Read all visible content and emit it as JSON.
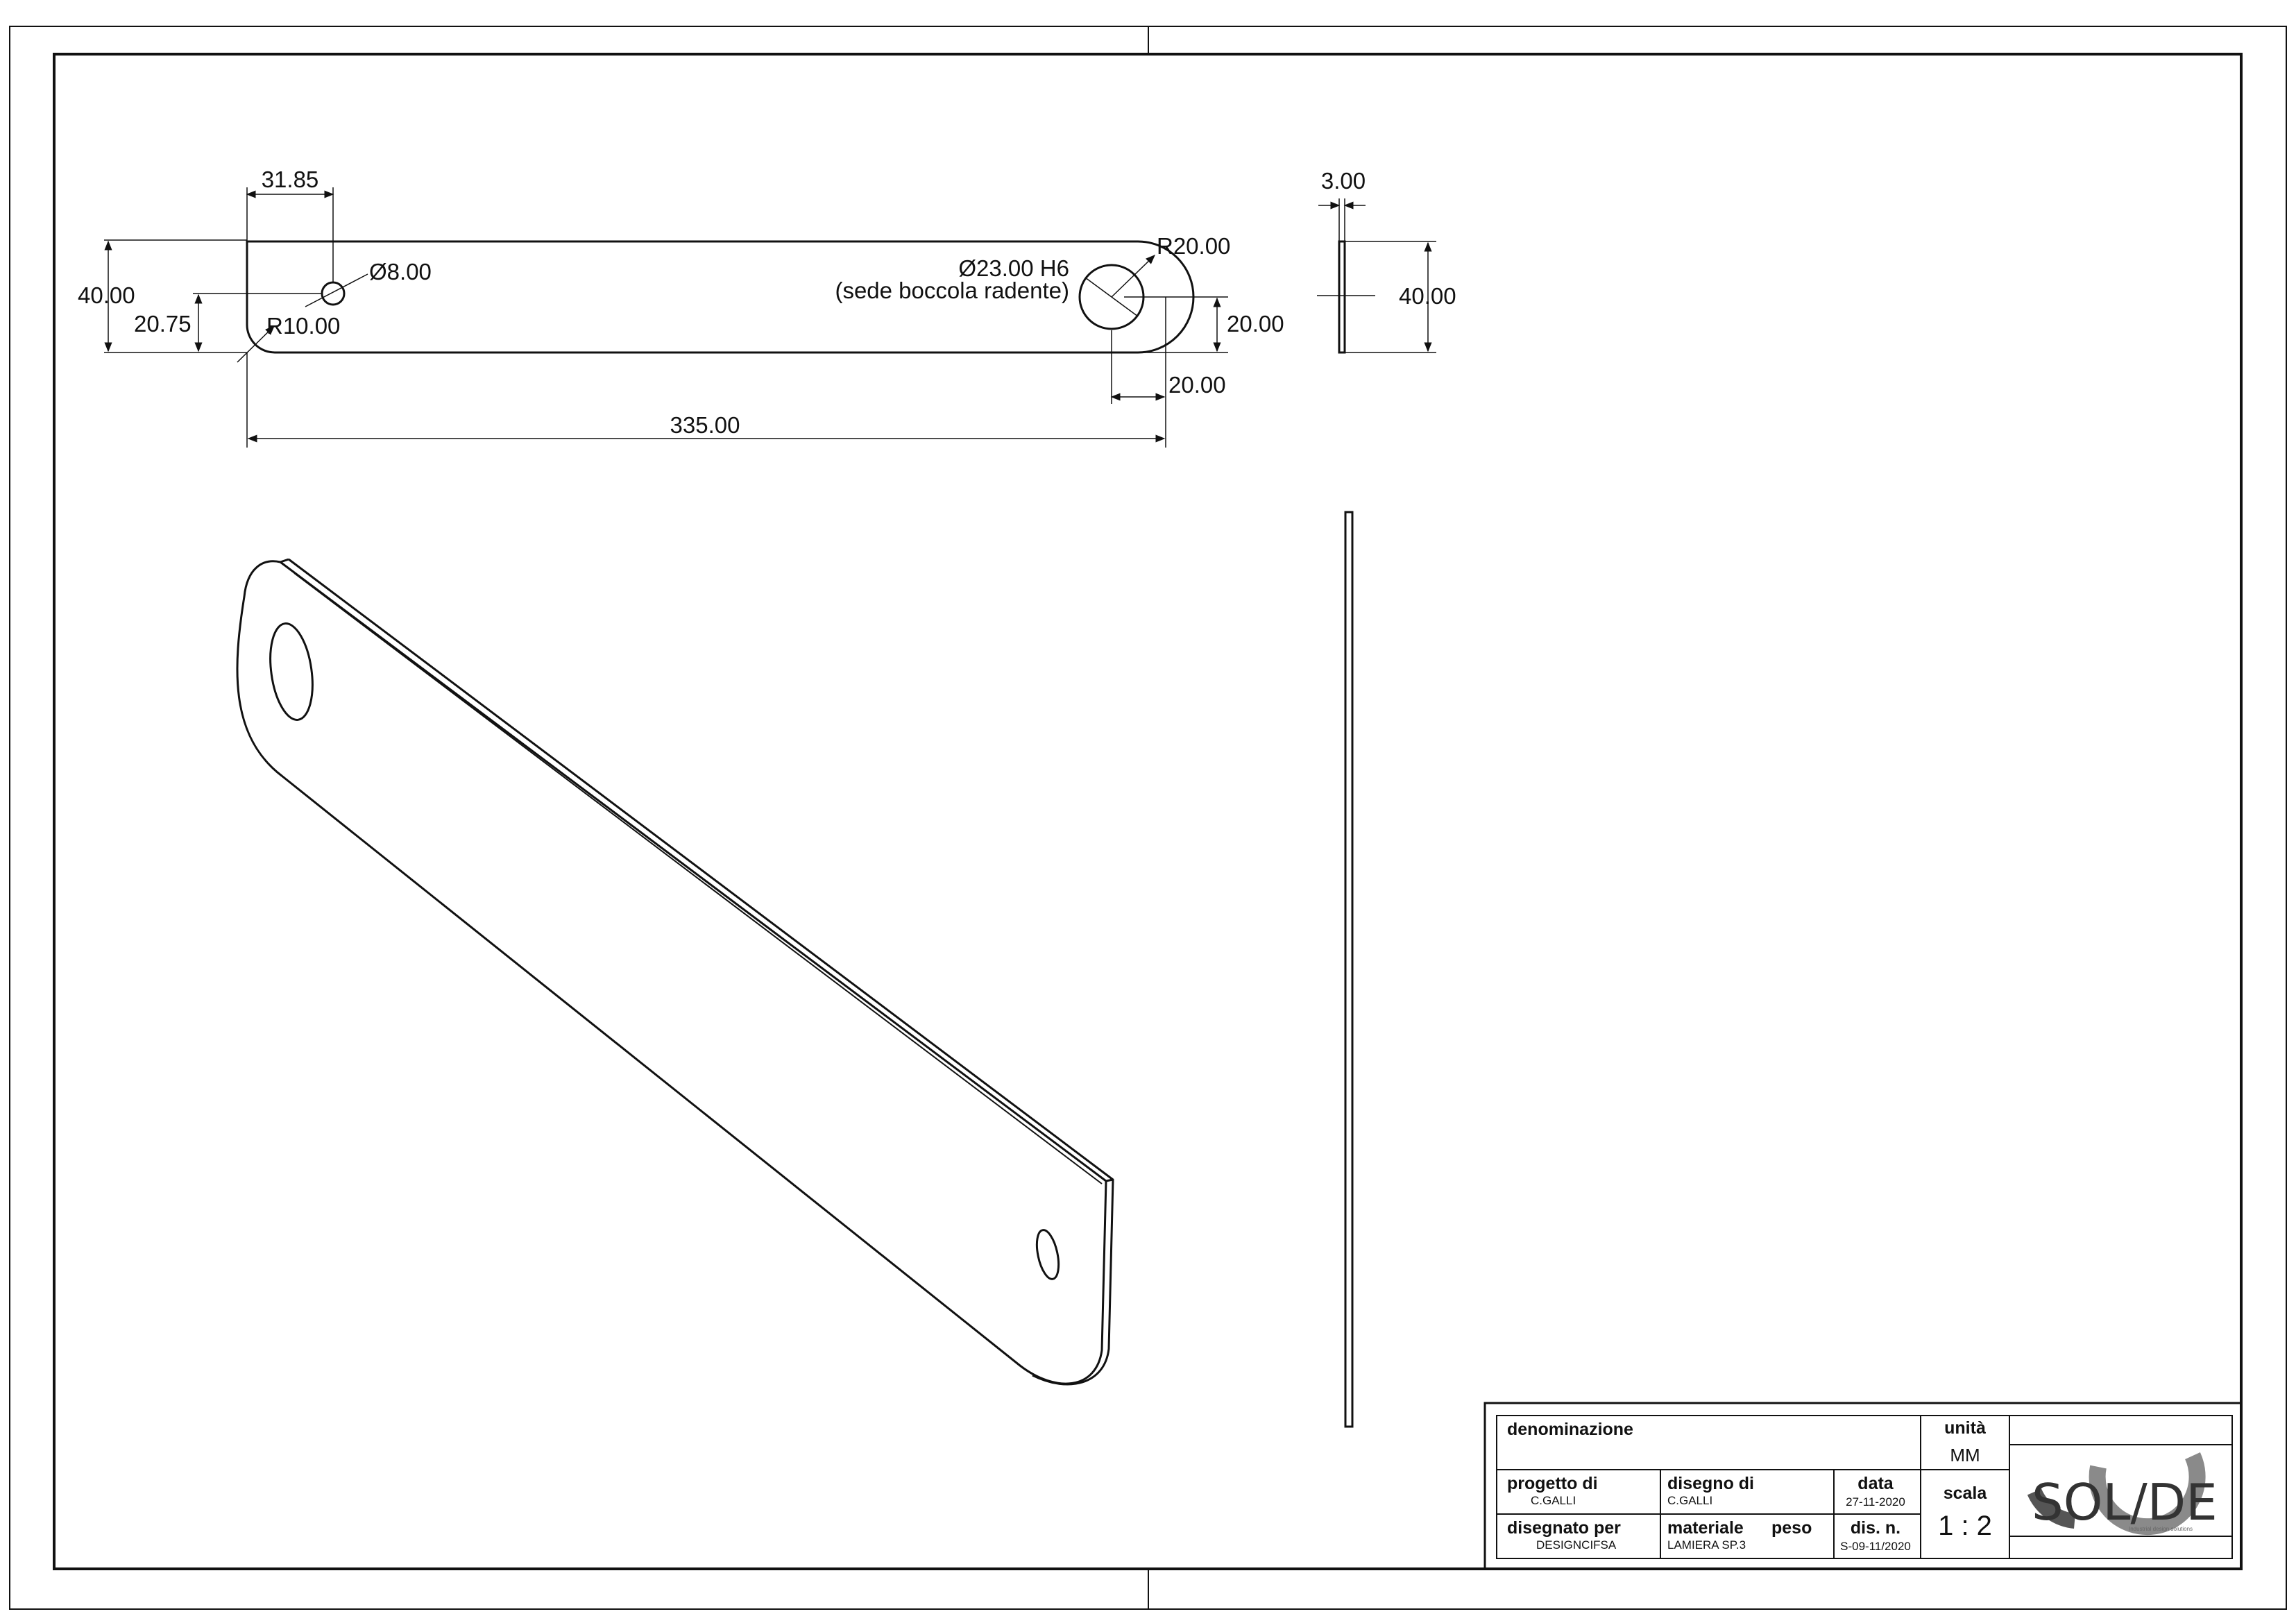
{
  "drawing": {
    "dimensions": {
      "hole_offset": "31.85",
      "small_hole": "Ø8.00",
      "height_left": "40.00",
      "hole_height": "20.75",
      "corner_radius": "R10.00",
      "end_radius": "R20.00",
      "bore_spec": "Ø23.00 H6",
      "bore_note": "(sede boccola radente)",
      "bore_height": "20.00",
      "bore_offset": "20.00",
      "overall_length": "335.00",
      "thickness": "3.00",
      "height_side": "40.00"
    }
  },
  "title_block": {
    "denominazione_label": "denominazione",
    "denominazione_value": "",
    "unita_label": "unità",
    "unita_value": "MM",
    "progetto_label": "progetto di",
    "progetto_value": "C.GALLI",
    "disegno_label": "disegno di",
    "disegno_value": "C.GALLI",
    "data_label": "data",
    "data_value": "27-11-2020",
    "scala_label": "scala",
    "scala_value": "1 : 2",
    "disegnato_label": "disegnato per",
    "disegnato_value": "DESIGNCIFSA",
    "materiale_label": "materiale",
    "materiale_value": "LAMIERA SP.3",
    "peso_label": "peso",
    "peso_value": "",
    "dis_label": "dis. n.",
    "dis_value": "S-09-11/2020",
    "logo_text": "SOL/DE",
    "logo_tagline": "Industrial design solutions"
  }
}
